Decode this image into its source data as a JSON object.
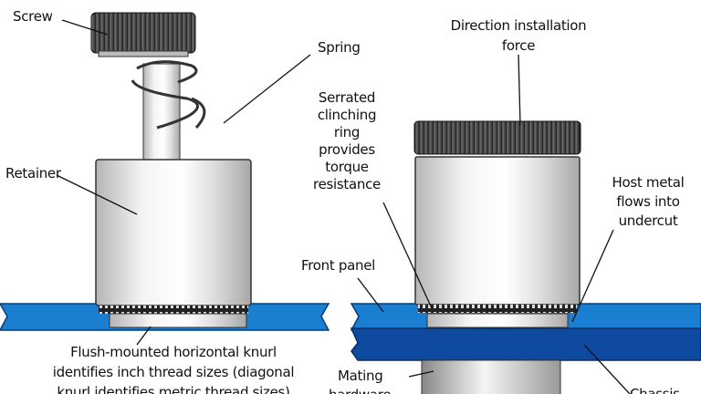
{
  "labels": {
    "screw": "Screw",
    "spring": "Spring",
    "retainer": "Retainer",
    "flush_line1": "Flush-mounted horizontal knurl",
    "flush_line2": "identifies inch thread sizes (diagonal",
    "flush_line3": "knurl identifies metric thread sizes)",
    "direction_line1": "Direction installation",
    "direction_line2": "force",
    "serrated_line1": "Serrated",
    "serrated_line2": "clinching",
    "serrated_line3": "ring",
    "serrated_line4": "provides",
    "serrated_line5": "torque",
    "serrated_line6": "resistance",
    "host_line1": "Host metal",
    "host_line2": "flows into",
    "host_line3": "undercut",
    "front_panel": "Front panel",
    "mating_line1": "Mating",
    "mating_line2": "hardware",
    "chassis": "Chassis"
  },
  "colors": {
    "front_panel": "#1a7fd0",
    "chassis": "#0d4aa0",
    "knurl": "#2a2a2a"
  }
}
